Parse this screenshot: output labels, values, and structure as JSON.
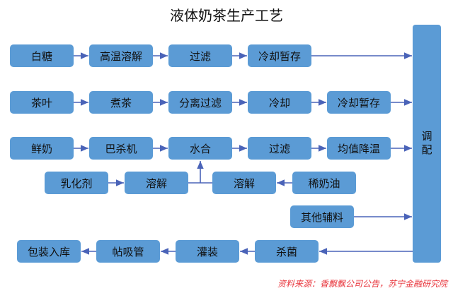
{
  "title": "液体奶茶生产工艺",
  "row1": [
    "白糖",
    "高温溶解",
    "过滤",
    "冷却暂存"
  ],
  "row2": [
    "茶叶",
    "煮茶",
    "分离过滤",
    "冷却",
    "冷却暂存"
  ],
  "row3": [
    "鲜奶",
    "巴杀机",
    "水合",
    "过滤",
    "均值降温"
  ],
  "row4": [
    "乳化剂",
    "溶解",
    "溶解",
    "稀奶油"
  ],
  "other": "其他辅料",
  "row5": [
    "包装入库",
    "帖吸管",
    "灌装",
    "杀菌"
  ],
  "blend": "调配",
  "source": "资料来源：香飘飘公司公告，苏宁金融研究院",
  "colors": {
    "box": "#5b9bd5",
    "arrow": "#4a63b8",
    "source": "#e8333a"
  }
}
